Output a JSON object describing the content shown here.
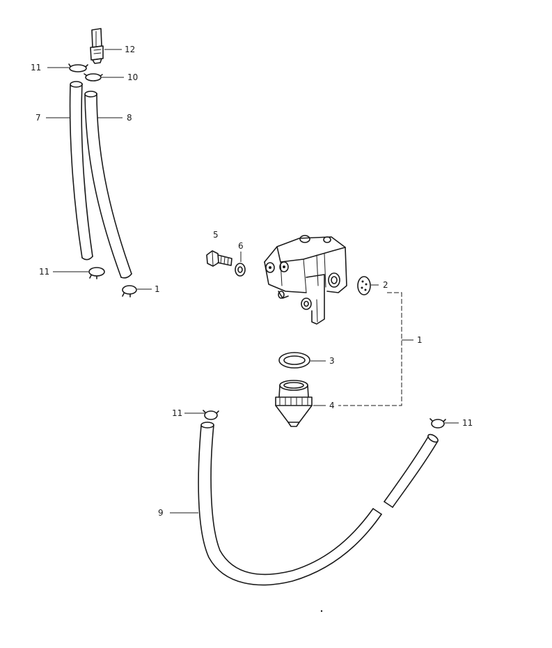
{
  "callouts": {
    "c12": "12",
    "c11_top": "11",
    "c10": "10",
    "c7": "7",
    "c8": "8",
    "c5": "5",
    "c6": "6",
    "c11_mid": "11",
    "c1_clip": "1",
    "c2": "2",
    "c1_group": "1",
    "c3": "3",
    "c4": "4",
    "c11_low_left": "11",
    "c11_low_right": "11",
    "c9": "9"
  },
  "colors": {
    "ink": "#1a1a1a",
    "paper": "#ffffff"
  }
}
